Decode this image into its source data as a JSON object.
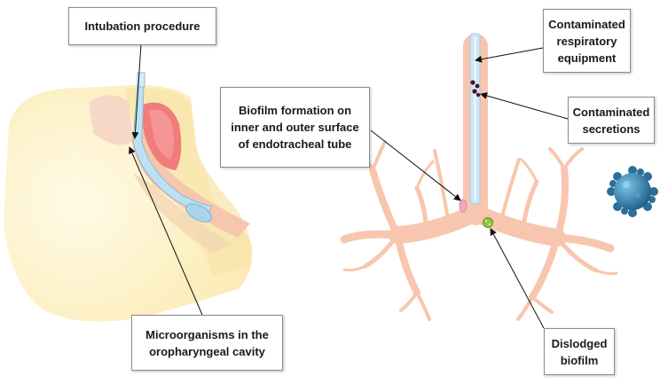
{
  "labels": {
    "intubation": "Intubation procedure",
    "biofilm_formation": [
      "Biofilm formation on",
      "inner and outer surface",
      "of endotracheal tube"
    ],
    "microorganisms": [
      "Microorganisms in the",
      "oropharyngeal cavity"
    ],
    "contaminated_equipment": [
      "Contaminated",
      "respiratory",
      "equipment"
    ],
    "contaminated_secretions": [
      "Contaminated",
      "secretions"
    ],
    "dislodged_biofilm": [
      "Dislodged",
      "biofilm"
    ]
  },
  "colors": {
    "face": "#fdf2c8",
    "face_shadow": "#f7e3a3",
    "airway": "#f5c7b0",
    "tongue": "#f08080",
    "tube": "#b9dcef",
    "lung_tree": "#f8c8b0",
    "microbe": "#3d8fb8",
    "biofilm_dot": "#8dc63f",
    "secretion": "#4a1030"
  }
}
